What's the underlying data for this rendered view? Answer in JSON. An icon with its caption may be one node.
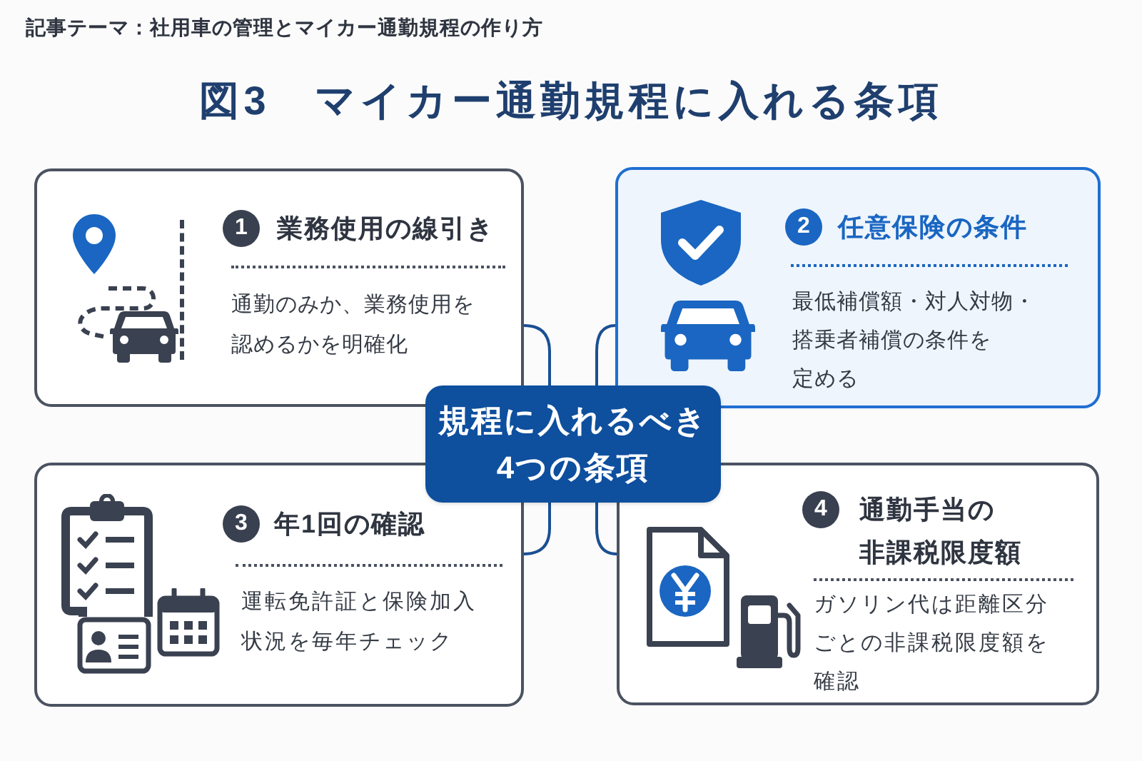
{
  "diagram": {
    "title": "図3　マイカー通勤規程に入れる条項",
    "nodes": [
      {
        "text": [
          "1",
          "業務使用の線引き",
          "通勤のみか、業務使用を認めるかを明確化"
        ]
      },
      {
        "text": [
          "2",
          "任意保険の条件",
          "最低補償額・対人対物・搭乗者補償の条件を定める"
        ]
      },
      {
        "text": [
          "規程に入れるべき4つの条項"
        ]
      },
      {
        "text": [
          "3",
          "年1回の確認",
          "運転免許証と保険加入状況を毎年チェック"
        ]
      },
      {
        "text": [
          "4",
          "通勤手当の非課税限度額",
          "ガソリン代は距離区分ごとの非課税限度額を確認"
        ]
      }
    ],
    "edges": [
      {
        "from": 2,
        "to": 0,
        "arrow": "none"
      },
      {
        "from": 2,
        "to": 1,
        "arrow": "none"
      },
      {
        "from": 2,
        "to": 3,
        "arrow": "none"
      },
      {
        "from": 2,
        "to": 4,
        "arrow": "none"
      }
    ],
    "labels": [
      "記事テーマ：社用車の管理とマイカー通勤規程の作り方"
    ]
  }
}
